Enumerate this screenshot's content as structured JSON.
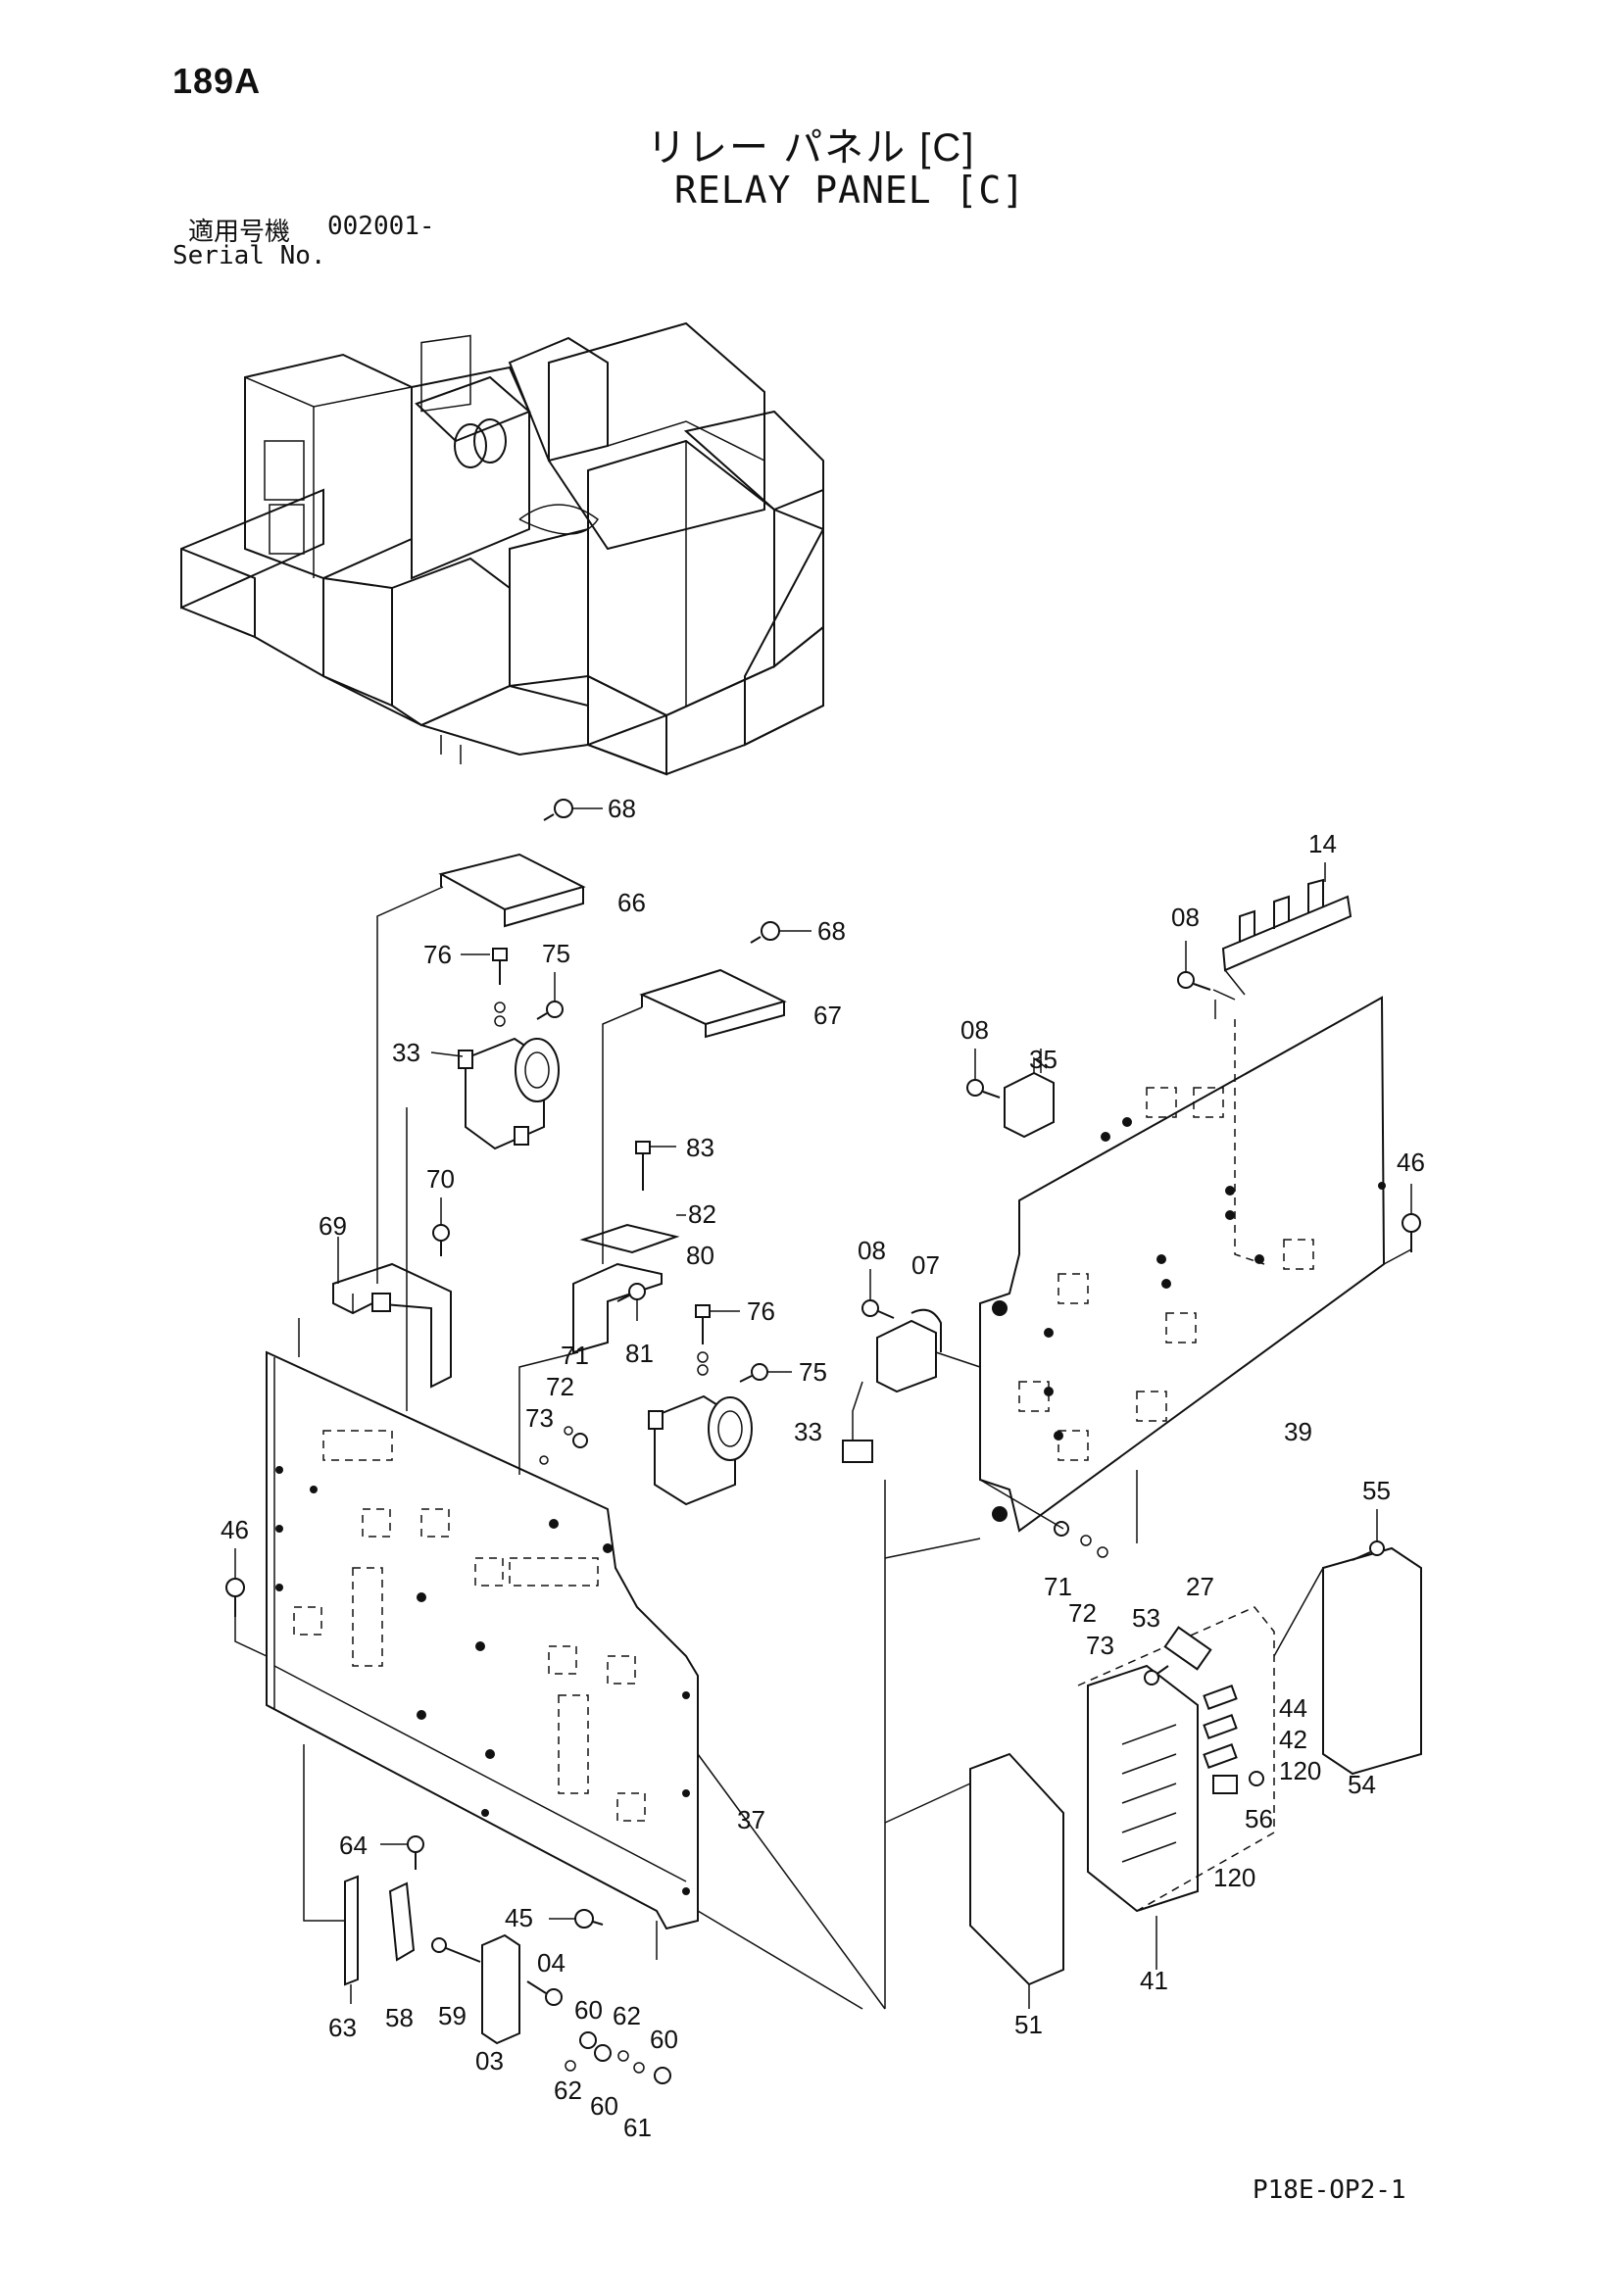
{
  "header": {
    "page_number": "189A",
    "title_jp": "リレー パネル [C]",
    "title_en": "RELAY PANEL [C]",
    "serial_label_jp": "適用号機",
    "serial_value": "002001-",
    "serial_label_en": "Serial No."
  },
  "footer": {
    "drawing_code": "P18E-OP2-1"
  },
  "callouts": {
    "c68a": "68",
    "c66": "66",
    "c68b": "68",
    "c67": "67",
    "c14": "14",
    "c08a": "08",
    "c76a": "76",
    "c75a": "75",
    "c33a": "33",
    "c08b": "08",
    "c35": "35",
    "c70": "70",
    "c69": "69",
    "c83": "83",
    "c82": "82",
    "c80": "80",
    "c08c": "08",
    "c07": "07",
    "c46a": "46",
    "c71a": "71",
    "c81": "81",
    "c76b": "76",
    "c72a": "72",
    "c75b": "75",
    "c73a": "73",
    "c33b": "33",
    "c39": "39",
    "c46b": "46",
    "c55": "55",
    "c27": "27",
    "c71b": "71",
    "c72b": "72",
    "c53": "53",
    "c73b": "73",
    "c44": "44",
    "c42": "42",
    "c120a": "120",
    "c54": "54",
    "c56": "56",
    "c37": "37",
    "c120b": "120",
    "c64": "64",
    "c45": "45",
    "c41": "41",
    "c04": "04",
    "c51": "51",
    "c60a": "60",
    "c62a": "62",
    "c60b": "60",
    "c63": "63",
    "c58": "58",
    "c59": "59",
    "c03": "03",
    "c62b": "62",
    "c60c": "60",
    "c61": "61"
  }
}
